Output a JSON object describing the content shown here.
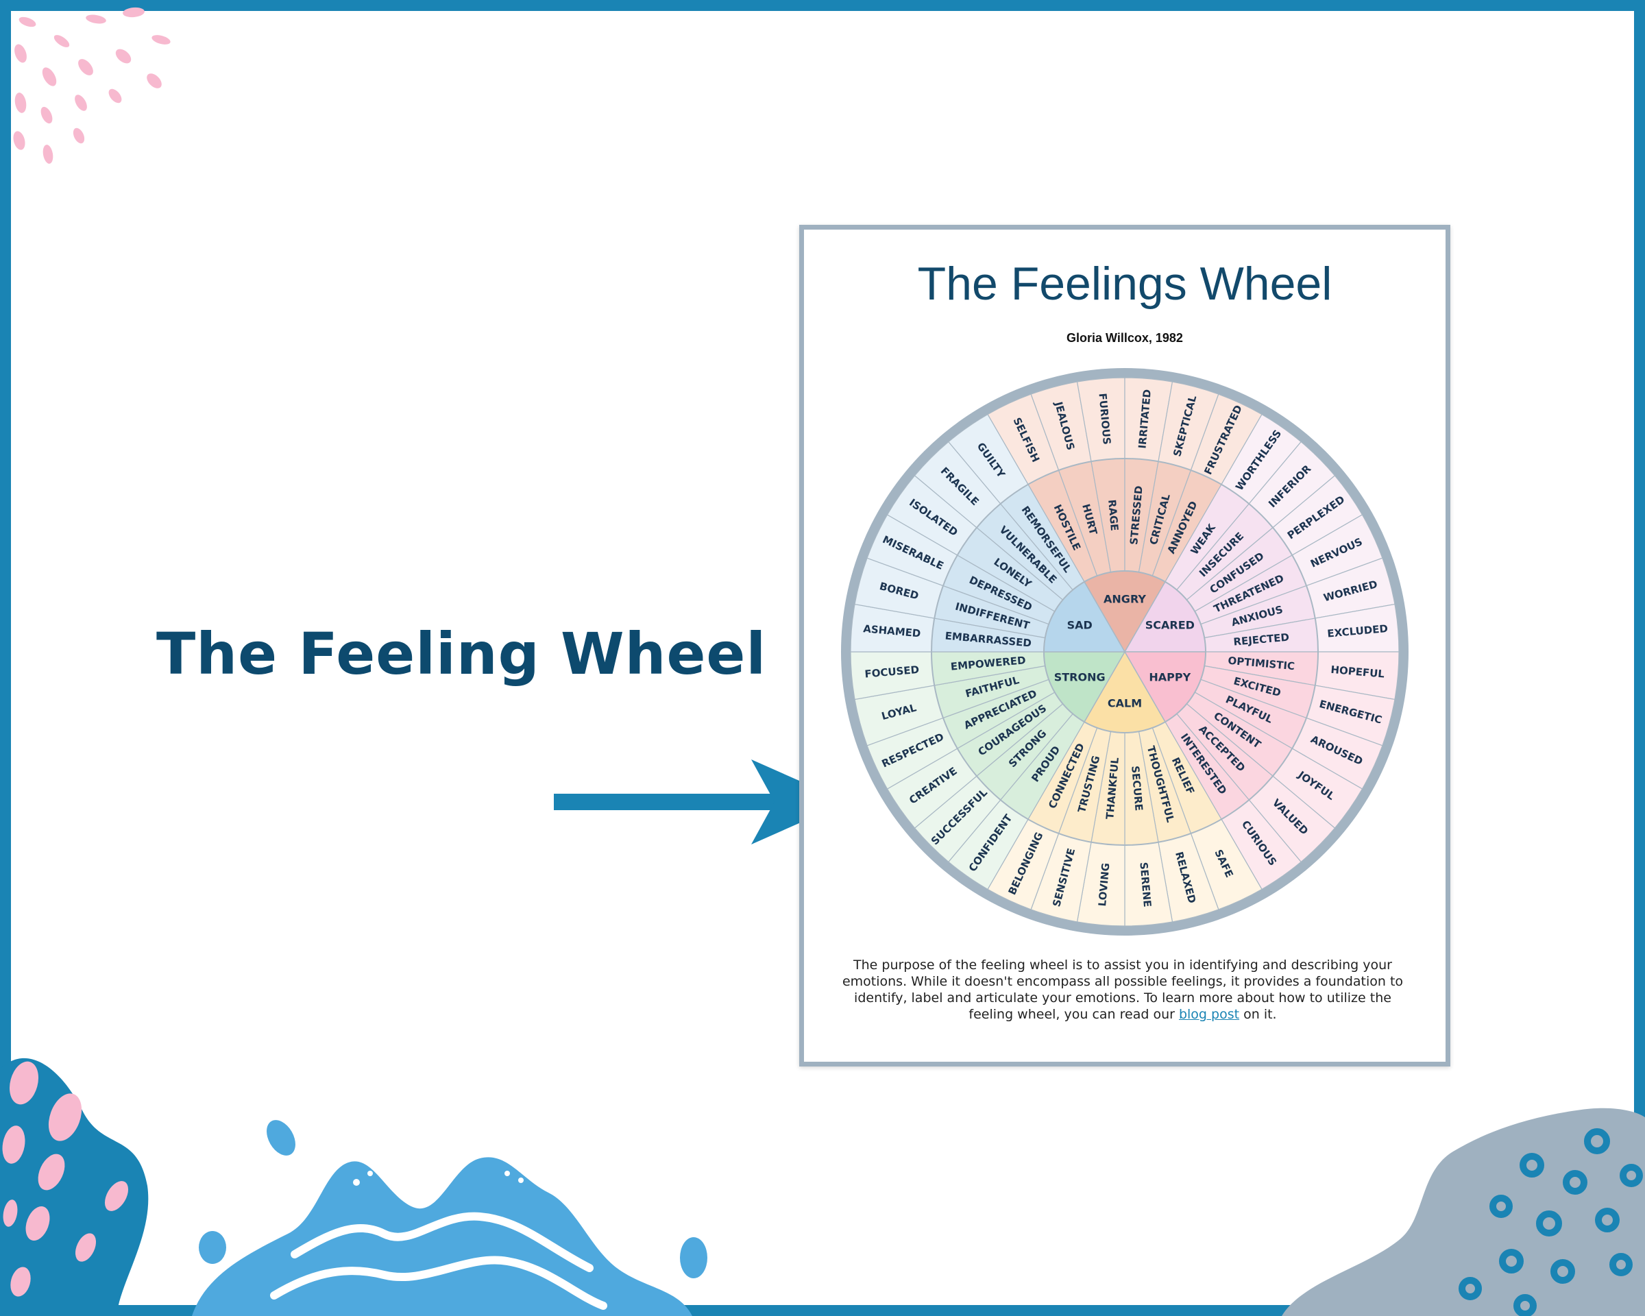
{
  "headline": "The Feeling Wheel",
  "card": {
    "title": "The Feelings Wheel",
    "subtitle": "Gloria Willcox, 1982",
    "description_before": "The purpose of the feeling wheel is to assist you in identifying and describing your emotions. While it doesn't encompass all possible feelings, it provides a foundation to identify, label and articulate your emotions. To learn more about how to utilize the feeling wheel, you  can read our ",
    "link_text": "blog post",
    "description_after": " on it."
  },
  "colors": {
    "frame": "#1a84b4",
    "headline": "#0d4a6e",
    "card_border": "#9fb1c0",
    "wheel_ring": "#a3b4c2"
  },
  "wheel": {
    "core": [
      {
        "label": "ANGRY",
        "color": "#eab4a6",
        "mid": "#f4cfc2",
        "outer": "#fbe7df"
      },
      {
        "label": "SCARED",
        "color": "#f1d4ec",
        "mid": "#f6e2f1",
        "outer": "#faf0f7"
      },
      {
        "label": "HAPPY",
        "color": "#f9bfd0",
        "mid": "#fbd6e0",
        "outer": "#fde8ee"
      },
      {
        "label": "CALM",
        "color": "#fbe0a6",
        "mid": "#fdeccb",
        "outer": "#fff5e4"
      },
      {
        "label": "STRONG",
        "color": "#bfe4c8",
        "mid": "#d8eedc",
        "outer": "#ebf6ed"
      },
      {
        "label": "SAD",
        "color": "#b6d6ec",
        "mid": "#d2e5f2",
        "outer": "#e7f1f8"
      }
    ],
    "middle": [
      "HOSTILE",
      "HURT",
      "RAGE",
      "STRESSED",
      "CRITICAL",
      "ANNOYED",
      "WEAK",
      "INSECURE",
      "CONFUSED",
      "THREATENED",
      "ANXIOUS",
      "REJECTED",
      "OPTIMISTIC",
      "EXCITED",
      "PLAYFUL",
      "CONTENT",
      "ACCEPTED",
      "INTERESTED",
      "RELIEF",
      "THOUGHTFUL",
      "SECURE",
      "THANKFUL",
      "TRUSTING",
      "CONNECTED",
      "PROUD",
      "STRONG",
      "COURAGEOUS",
      "APPRECIATED",
      "FAITHFUL",
      "EMPOWERED",
      "EMBARRASSED",
      "INDIFFERENT",
      "DEPRESSED",
      "LONELY",
      "VULNERABLE",
      "REMORSEFUL"
    ],
    "outer": [
      "SELFISH",
      "JEALOUS",
      "FURIOUS",
      "IRRITATED",
      "SKEPTICAL",
      "FRUSTRATED",
      "WORTHLESS",
      "INFERIOR",
      "PERPLEXED",
      "NERVOUS",
      "WORRIED",
      "EXCLUDED",
      "HOPEFUL",
      "ENERGETIC",
      "AROUSED",
      "JOYFUL",
      "VALUED",
      "CURIOUS",
      "SAFE",
      "RELAXED",
      "SERENE",
      "LOVING",
      "SENSITIVE",
      "BELONGING",
      "CONFIDENT",
      "SUCCESSFUL",
      "CREATIVE",
      "RESPECTED",
      "LOYAL",
      "FOCUSED",
      "ASHAMED",
      "BORED",
      "MISERABLE",
      "ISOLATED",
      "FRAGILE",
      "GUILTY"
    ]
  }
}
